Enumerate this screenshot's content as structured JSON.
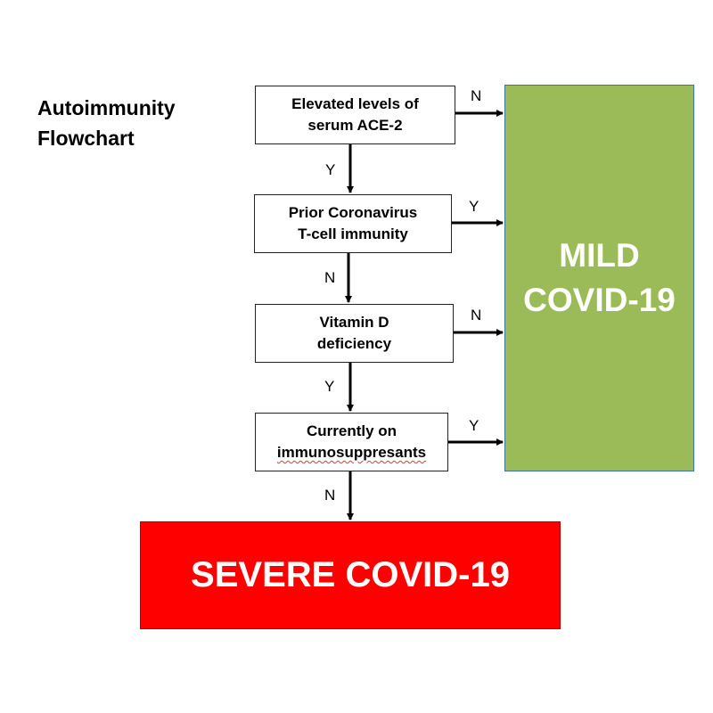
{
  "title": {
    "line1": "Autoimmunity",
    "line2": "Flowchart"
  },
  "steps": [
    {
      "line1": "Elevated levels of",
      "line2": "serum ACE-2",
      "right_label": "N",
      "down_label": "Y"
    },
    {
      "line1": "Prior Coronavirus",
      "line2": "T-cell immunity",
      "right_label": "Y",
      "down_label": "N"
    },
    {
      "line1": "Vitamin D",
      "line2": "deficiency",
      "right_label": "N",
      "down_label": "Y"
    },
    {
      "line1": "Currently on",
      "line2": "immunosuppresants",
      "right_label": "Y",
      "down_label": "N"
    }
  ],
  "outcomes": {
    "mild": {
      "line1": "MILD",
      "line2": "COVID-19",
      "color": "#9bbb59"
    },
    "severe": {
      "label": "SEVERE COVID-19",
      "color": "#ff0000"
    }
  }
}
